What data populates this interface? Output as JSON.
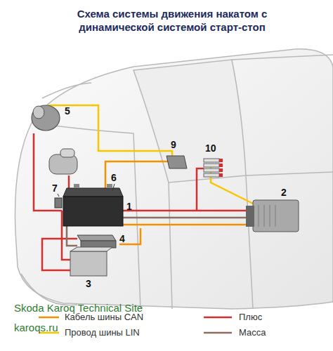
{
  "diagram": {
    "title": "Схема системы движения накатом с динамической системой старт-стоп",
    "labels": [
      "5",
      "9",
      "10",
      "6",
      "7",
      "1",
      "2",
      "4",
      "3",
      "Skoda Karoq Technical Site",
      "karoqs.ru"
    ],
    "legend": [
      {
        "text": "Кабель шины CAN"
      },
      {
        "text": "Провод шины LIN"
      },
      {
        "text": "Плюс"
      },
      {
        "text": "Масса"
      }
    ]
  }
}
